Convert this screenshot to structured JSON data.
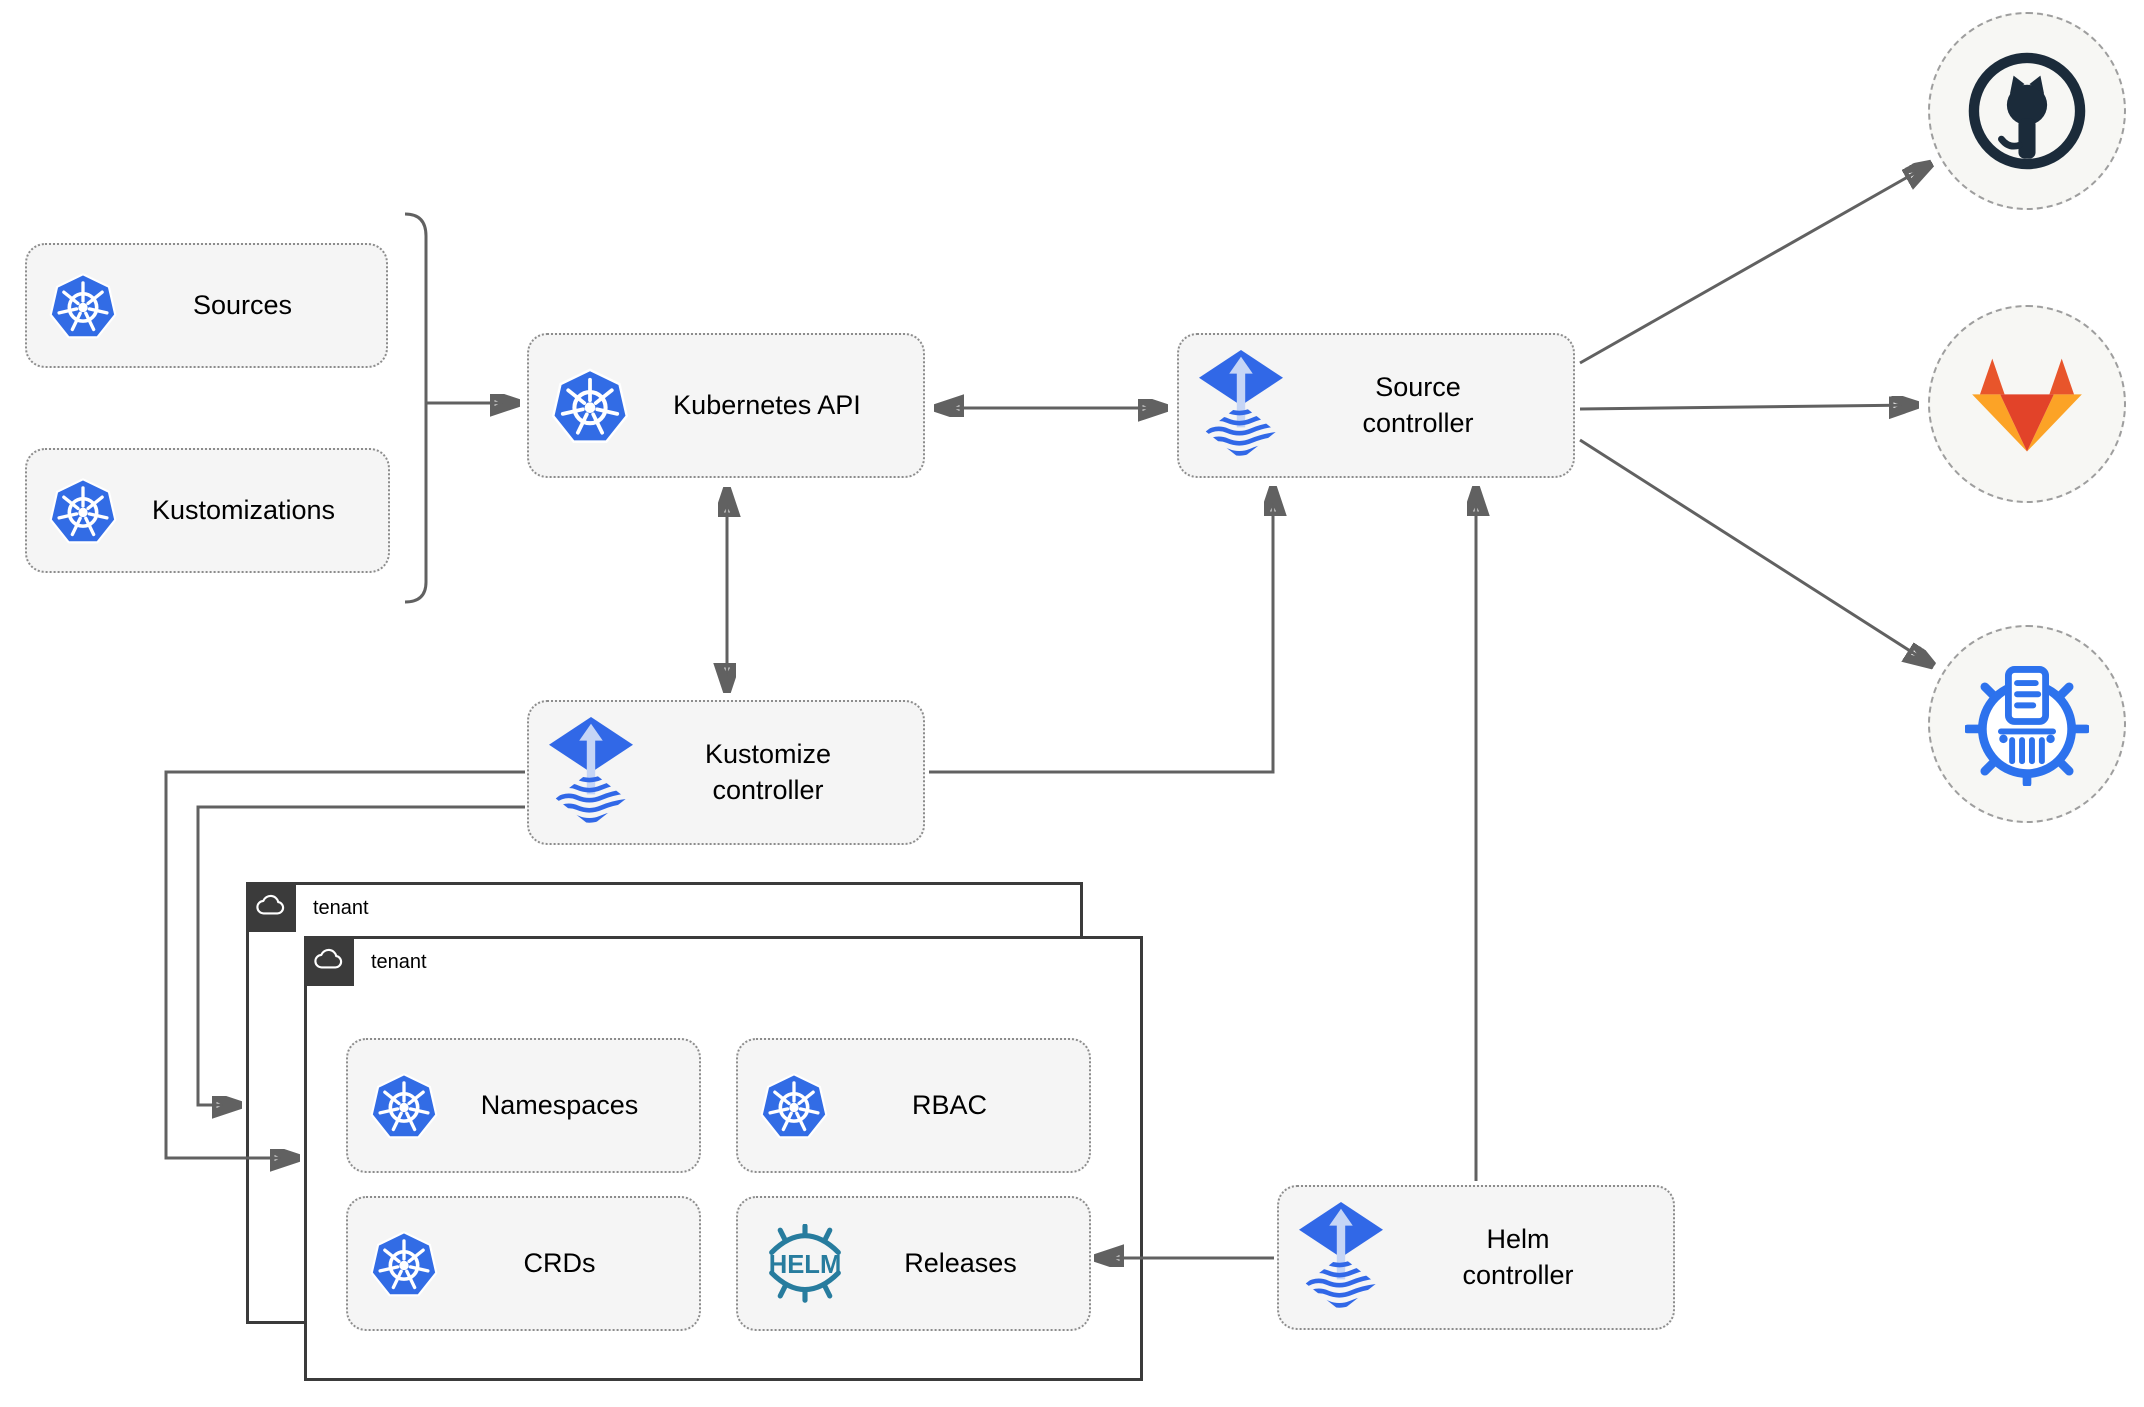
{
  "colors": {
    "kubernetes_blue": "#326CE5",
    "flux_blue": "#3168E7",
    "flux_light_arrow": "#C5D5F6",
    "github_dark": "#1B2B3A",
    "gitlab_red": "#E24329",
    "gitlab_orange": "#FC6D26",
    "gitlab_amber": "#FCA326",
    "helm_teal": "#277C9E",
    "chartmuseum_blue": "#2D72ED",
    "arrow_gray": "#616161",
    "node_fill": "#F5F5F5",
    "tenant_border": "#3B3B3B"
  },
  "nodes": {
    "sources": {
      "label": "Sources",
      "icon": "kubernetes-icon"
    },
    "kustomizations": {
      "label": "Kustomizations",
      "icon": "kubernetes-icon"
    },
    "kubernetes_api": {
      "label": "Kubernetes API",
      "icon": "kubernetes-icon"
    },
    "source_controller": {
      "line1": "Source",
      "line2": "controller",
      "icon": "flux-icon"
    },
    "kustomize_controller": {
      "line1": "Kustomize",
      "line2": "controller",
      "icon": "flux-icon"
    },
    "helm_controller": {
      "line1": "Helm",
      "line2": "controller",
      "icon": "flux-icon"
    },
    "tenant_back": {
      "label": "tenant",
      "icon": "cloud-icon"
    },
    "tenant_front": {
      "label": "tenant",
      "icon": "cloud-icon"
    },
    "namespaces": {
      "label": "Namespaces",
      "icon": "kubernetes-icon"
    },
    "rbac": {
      "label": "RBAC",
      "icon": "kubernetes-icon"
    },
    "crds": {
      "label": "CRDs",
      "icon": "kubernetes-icon"
    },
    "releases": {
      "label": "Releases",
      "icon": "helm-icon",
      "icon_text": "HELM"
    },
    "github": {
      "icon": "github-icon"
    },
    "gitlab": {
      "icon": "gitlab-icon"
    },
    "helm_repository": {
      "icon": "chartmuseum-icon"
    }
  },
  "edges": [
    {
      "from": "sources/kustomizations",
      "to": "kubernetes_api",
      "type": "arrow"
    },
    {
      "from": "kubernetes_api",
      "to": "source_controller",
      "type": "double-arrow"
    },
    {
      "from": "kubernetes_api",
      "to": "kustomize_controller",
      "type": "double-arrow"
    },
    {
      "from": "kustomize_controller",
      "to": "source_controller",
      "type": "arrow"
    },
    {
      "from": "kustomize_controller",
      "to": "tenant_front",
      "type": "arrow"
    },
    {
      "from": "kustomize_controller",
      "to": "tenant_back",
      "type": "arrow"
    },
    {
      "from": "helm_controller",
      "to": "source_controller",
      "type": "arrow"
    },
    {
      "from": "helm_controller",
      "to": "releases",
      "type": "arrow"
    },
    {
      "from": "source_controller",
      "to": "github",
      "type": "arrow"
    },
    {
      "from": "source_controller",
      "to": "gitlab",
      "type": "arrow"
    },
    {
      "from": "source_controller",
      "to": "helm_repository",
      "type": "arrow"
    }
  ]
}
